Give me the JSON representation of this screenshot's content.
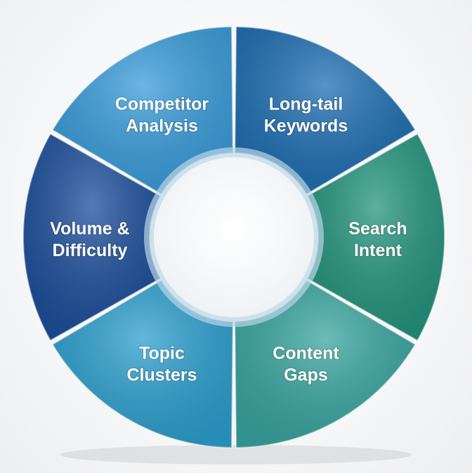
{
  "segments": [
    {
      "label_lines": [
        "Long-tail",
        "Keywords"
      ],
      "color": "#1f6fb3"
    },
    {
      "label_lines": [
        "Search",
        "Intent"
      ],
      "color": "#25957e"
    },
    {
      "label_lines": [
        "Content",
        "Gaps"
      ],
      "color": "#3aa6a0"
    },
    {
      "label_lines": [
        "Topic",
        "Clusters"
      ],
      "color": "#2ea0cf"
    },
    {
      "label_lines": [
        "Volume &",
        "Difficulty"
      ],
      "color": "#1d4f9c"
    },
    {
      "label_lines": [
        "Competitor",
        "Analysis"
      ],
      "color": "#3a9ddb"
    }
  ]
}
